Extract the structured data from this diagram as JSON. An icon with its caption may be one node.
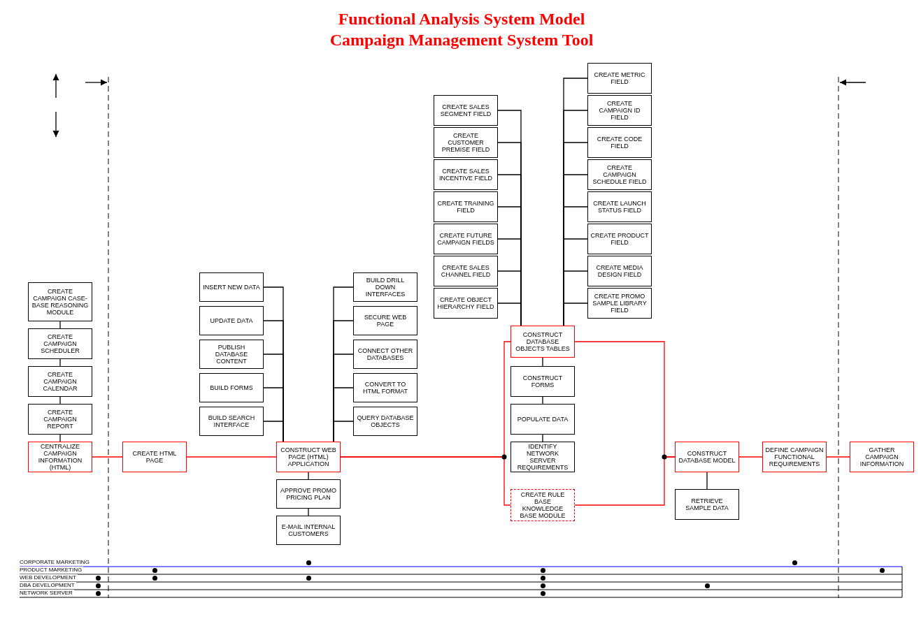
{
  "diagram": {
    "title": "Functional Analysis System Model Campaign Management System Tool",
    "nodes": [
      {
        "text": [
          "CENTRALIZE CAMPAIGN INFORMATION (HTML)"
        ]
      },
      {
        "text": [
          "CREATE CAMPAIGN CASE-BASE REASONING MODULE"
        ]
      },
      {
        "text": [
          "CREATE CAMPAIGN SCHEDULER"
        ]
      },
      {
        "text": [
          "CREATE CAMPAIGN CALENDAR"
        ]
      },
      {
        "text": [
          "CREATE CAMPAIGN REPORT"
        ]
      },
      {
        "text": [
          "CREATE HTML PAGE"
        ]
      },
      {
        "text": [
          "CONSTRUCT WEB PAGE (HTML) APPLICATION"
        ]
      },
      {
        "text": [
          "INSERT NEW DATA"
        ]
      },
      {
        "text": [
          "UPDATE DATA"
        ]
      },
      {
        "text": [
          "PUBLISH DATABASE CONTENT"
        ]
      },
      {
        "text": [
          "BUILD FORMS"
        ]
      },
      {
        "text": [
          "BUILD SEARCH INTERFACE"
        ]
      },
      {
        "text": [
          "BUILD DRILL DOWN INTERFACES"
        ]
      },
      {
        "text": [
          "SECURE WEB PAGE"
        ]
      },
      {
        "text": [
          "CONNECT OTHER DATABASES"
        ]
      },
      {
        "text": [
          "CONVERT TO HTML FORMAT"
        ]
      },
      {
        "text": [
          "QUERY DATABASE OBJECTS"
        ]
      },
      {
        "text": [
          "APPROVE PROMO PRICING PLAN"
        ]
      },
      {
        "text": [
          "E-MAIL INTERNAL CUSTOMERS"
        ]
      },
      {
        "text": [
          "CONSTRUCT DATABASE OBJECTS TABLES"
        ]
      },
      {
        "text": [
          "CREATE SALES SEGMENT FIELD"
        ]
      },
      {
        "text": [
          "CREATE CUSTOMER PREMISE FIELD"
        ]
      },
      {
        "text": [
          "CREATE SALES INCENTIVE FIELD"
        ]
      },
      {
        "text": [
          "CREATE TRAINING FIELD"
        ]
      },
      {
        "text": [
          "CREATE FUTURE CAMPAIGN FIELDS"
        ]
      },
      {
        "text": [
          "CREATE SALES CHANNEL FIELD"
        ]
      },
      {
        "text": [
          "CREATE OBJECT HIERARCHY FIELD"
        ]
      },
      {
        "text": [
          "CREATE METRIC FIELD"
        ]
      },
      {
        "text": [
          "CREATE CAMPAIGN ID FIELD"
        ]
      },
      {
        "text": [
          "CREATE CODE FIELD"
        ]
      },
      {
        "text": [
          "CREATE CAMPAIGN SCHEDULE FIELD"
        ]
      },
      {
        "text": [
          "CREATE LAUNCH STATUS FIELD"
        ]
      },
      {
        "text": [
          "CREATE PRODUCT FIELD"
        ]
      },
      {
        "text": [
          "CREATE MEDIA DESIGN FIELD"
        ]
      },
      {
        "text": [
          "CREATE PROMO SAMPLE LIBRARY FIELD"
        ]
      },
      {
        "text": [
          "CONSTRUCT FORMS"
        ]
      },
      {
        "text": [
          "POPULATE DATA"
        ]
      },
      {
        "text": [
          "IDENTIFY NETWORK SERVER REQUIREMENTS"
        ]
      },
      {
        "text": [
          "CREATE RULE BASE KNOWLEDGE BASE MODULE"
        ]
      },
      {
        "text": [
          "CONSTRUCT DATABASE MODEL"
        ]
      },
      {
        "text": [
          "RETRIEVE SAMPLE DATA"
        ]
      },
      {
        "text": [
          "DEFINE CAMPAIGN FUNCTIONAL REQUIREMENTS"
        ]
      },
      {
        "text": [
          "GATHER CAMPAIGN INFORMATION"
        ]
      }
    ],
    "edges": [
      {
        "from": 1,
        "to": 2,
        "arrow": "none"
      },
      {
        "from": 2,
        "to": 3,
        "arrow": "none"
      },
      {
        "from": 3,
        "to": 4,
        "arrow": "none"
      },
      {
        "from": 4,
        "to": 0,
        "arrow": "none"
      },
      {
        "from": 0,
        "to": 5,
        "arrow": "none",
        "color": "#ff0000"
      },
      {
        "from": 5,
        "to": 6,
        "arrow": "none",
        "color": "#ff0000"
      },
      {
        "from": 7,
        "to": 6,
        "arrow": "none"
      },
      {
        "from": 8,
        "to": 6,
        "arrow": "none"
      },
      {
        "from": 9,
        "to": 6,
        "arrow": "none"
      },
      {
        "from": 10,
        "to": 6,
        "arrow": "none"
      },
      {
        "from": 11,
        "to": 6,
        "arrow": "none"
      },
      {
        "from": 12,
        "to": 6,
        "arrow": "none"
      },
      {
        "from": 13,
        "to": 6,
        "arrow": "none"
      },
      {
        "from": 14,
        "to": 6,
        "arrow": "none"
      },
      {
        "from": 15,
        "to": 6,
        "arrow": "none"
      },
      {
        "from": 16,
        "to": 6,
        "arrow": "none"
      },
      {
        "from": 6,
        "to": 17,
        "arrow": "none"
      },
      {
        "from": 17,
        "to": 18,
        "arrow": "none"
      },
      {
        "from": 6,
        "to": 19,
        "arrow": "none",
        "color": "#ff0000"
      },
      {
        "from": 6,
        "to": 38,
        "arrow": "none",
        "color": "#ff0000"
      },
      {
        "from": 20,
        "to": 19,
        "arrow": "none"
      },
      {
        "from": 21,
        "to": 19,
        "arrow": "none"
      },
      {
        "from": 22,
        "to": 19,
        "arrow": "none"
      },
      {
        "from": 23,
        "to": 19,
        "arrow": "none"
      },
      {
        "from": 24,
        "to": 19,
        "arrow": "none"
      },
      {
        "from": 25,
        "to": 19,
        "arrow": "none"
      },
      {
        "from": 26,
        "to": 19,
        "arrow": "none"
      },
      {
        "from": 27,
        "to": 19,
        "arrow": "none"
      },
      {
        "from": 28,
        "to": 19,
        "arrow": "none"
      },
      {
        "from": 29,
        "to": 19,
        "arrow": "none"
      },
      {
        "from": 30,
        "to": 19,
        "arrow": "none"
      },
      {
        "from": 31,
        "to": 19,
        "arrow": "none"
      },
      {
        "from": 32,
        "to": 19,
        "arrow": "none"
      },
      {
        "from": 33,
        "to": 19,
        "arrow": "none"
      },
      {
        "from": 34,
        "to": 19,
        "arrow": "none"
      },
      {
        "from": 19,
        "to": 35,
        "arrow": "none"
      },
      {
        "from": 35,
        "to": 36,
        "arrow": "none"
      },
      {
        "from": 36,
        "to": 37,
        "arrow": "none"
      },
      {
        "from": 19,
        "to": 39,
        "arrow": "none",
        "color": "#ff0000"
      },
      {
        "from": 38,
        "to": 39,
        "arrow": "none",
        "color": "#ff0000"
      },
      {
        "from": 39,
        "to": 40,
        "arrow": "none"
      },
      {
        "from": 39,
        "to": 41,
        "arrow": "none",
        "color": "#ff0000"
      },
      {
        "from": 41,
        "to": 42,
        "arrow": "none",
        "color": "#ff0000"
      }
    ],
    "labels": [
      "CORPORATE MARKETING",
      "PRODUCT MARKETING",
      "WEB DEVELOPMENT",
      "DBA DEVELOPMENT",
      "NETWORK SERVER"
    ]
  }
}
